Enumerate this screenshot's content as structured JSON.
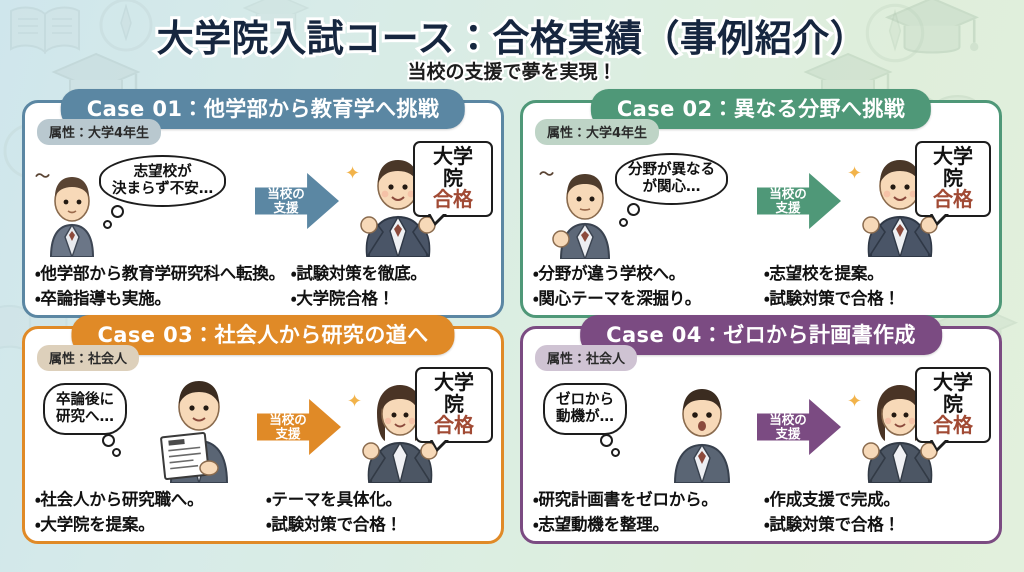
{
  "header": {
    "title": "大学院入試コース：合格実績（事例紹介）",
    "subtitle": "当校の支援で夢を実現！"
  },
  "common": {
    "arrow_label_line1": "当校の",
    "arrow_label_line2": "支援",
    "badge_line1": "大学院",
    "badge_line2": "合格",
    "sparkle_icon": "✦"
  },
  "colors": {
    "case01_accent": "#5b87a3",
    "case02_accent": "#4f9878",
    "case03_accent": "#e08a27",
    "case04_accent": "#7b4b82",
    "badge_pass": "#a14a34",
    "title": "#16263f",
    "pill_blue": "#b9c8cf",
    "pill_green": "#bed4c6",
    "pill_orange": "#ddd0bb",
    "pill_purple": "#cfc3d3"
  },
  "cases": [
    {
      "id": "case-01",
      "header": "Case 01：他学部から教育学へ挑戦",
      "attribute": "属性：大学4年生",
      "bubble_line1": "志望校が",
      "bubble_line2": "決まらず不安…",
      "bubble_type": "speech",
      "bullets_left": [
        "・他学部から教育学研究科へ転換。",
        "・卒論指導も実施。"
      ],
      "bullets_right": [
        "・試験対策を徹底。",
        "・大学院合格！"
      ]
    },
    {
      "id": "case-02",
      "header": "Case 02：異なる分野へ挑戦",
      "attribute": "属性：大学4年生",
      "bubble_line1": "分野が異なる",
      "bubble_line2": "が関心…",
      "bubble_type": "speech",
      "bullets_left": [
        "・分野が違う学校へ。",
        "・関心テーマを深掘り。"
      ],
      "bullets_right": [
        "・志望校を提案。",
        "・試験対策で合格！"
      ]
    },
    {
      "id": "case-03",
      "header": "Case 03：社会人から研究の道へ",
      "attribute": "属性：社会人",
      "bubble_line1": "卒論後に",
      "bubble_line2": "研究へ…",
      "bubble_type": "thought",
      "bullets_left": [
        "・社会人から研究職へ。",
        "・大学院を提案。"
      ],
      "bullets_right": [
        "・テーマを具体化。",
        "・試験対策で合格！"
      ]
    },
    {
      "id": "case-04",
      "header": "Case 04：ゼロから計画書作成",
      "attribute": "属性：社会人",
      "bubble_line1": "ゼロから",
      "bubble_line2": "動機が…",
      "bubble_type": "thought",
      "bullets_left": [
        "・研究計画書をゼロから。",
        "・志望動機を整理。"
      ],
      "bullets_right": [
        "・作成支援で完成。",
        "・試験対策で合格！"
      ]
    }
  ],
  "decor": {
    "book_icon": "open-book",
    "cap_icon": "graduation-cap",
    "compass_icon": "compass"
  }
}
